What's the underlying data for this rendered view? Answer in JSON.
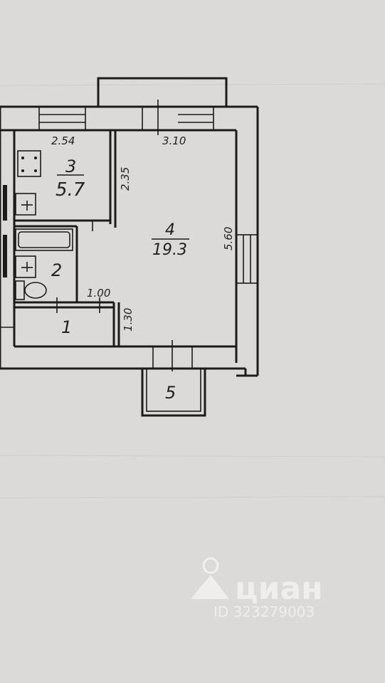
{
  "rooms": [
    {
      "number": "1",
      "area": ""
    },
    {
      "number": "2",
      "area": ""
    },
    {
      "number": "3",
      "area": "5.7"
    },
    {
      "number": "4",
      "area": "19.3"
    },
    {
      "number": "5",
      "area": ""
    }
  ],
  "dimensions": {
    "d254": "2.54",
    "d310": "3.10",
    "d235": "2.35",
    "d560": "5.60",
    "d100": "1.00",
    "d130": "1.30"
  },
  "watermark": {
    "brand": "циан",
    "id_text": "ID 323279003"
  },
  "colors": {
    "paper": "#dcdad8",
    "ink": "#1b1b1b"
  }
}
